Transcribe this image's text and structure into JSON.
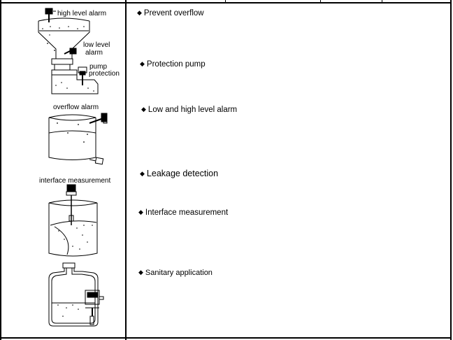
{
  "labels": {
    "high_level_alarm": "high level alarm",
    "low_level_alarm_1": "low level",
    "low_level_alarm_2": "alarm",
    "pump_protection_1": "pump",
    "pump_protection_2": "protection",
    "overflow_alarm": "overflow alarm",
    "interface_measurement": "interface measurement"
  },
  "applications": [
    {
      "bullet": "◆",
      "text": "Prevent overflow"
    },
    {
      "bullet": "◆",
      "text": "Protection pump"
    },
    {
      "bullet": "◆",
      "text": "Low and high level alarm"
    },
    {
      "bullet": "◆",
      "text": "Leakage detection"
    },
    {
      "bullet": "◆",
      "text": "Interface measurement"
    },
    {
      "bullet": "◆",
      "text": "Sanitary application"
    }
  ],
  "colors": {
    "line": "#000000",
    "background": "#ffffff"
  }
}
